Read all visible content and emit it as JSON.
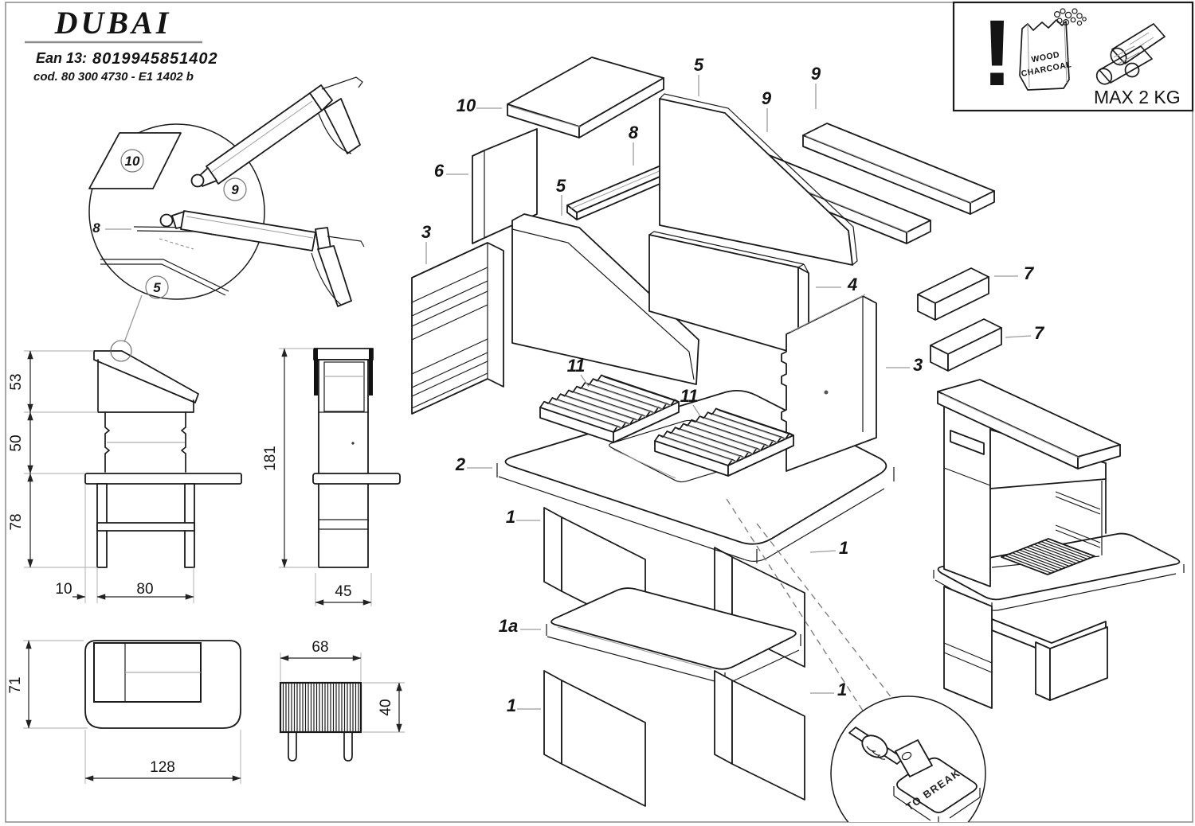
{
  "header": {
    "title": "DUBAI",
    "ean_label": "Ean 13:",
    "ean_value": "8019945851402",
    "cod_value": "cod. 80 300 4730  - E1 1402 b"
  },
  "warning": {
    "exclamation": "!",
    "bag_line1": "WOOD",
    "bag_line2": "CHARCOAL",
    "max_weight": "MAX 2 KG"
  },
  "glue_detail": {
    "top_part": "10",
    "right_part": "9",
    "strip_part": "8",
    "bottom_part": "5"
  },
  "front_view": {
    "h_top": "53",
    "h_mid": "50",
    "h_bot": "78",
    "w_left": "10",
    "w_main": "80"
  },
  "side_view": {
    "height": "181",
    "depth": "45"
  },
  "plan_view": {
    "depth": "71",
    "width": "128"
  },
  "grate_view": {
    "width": "68",
    "depth": "40"
  },
  "exploded": {
    "labels": [
      "10",
      "6",
      "5",
      "8",
      "5",
      "9",
      "9",
      "3",
      "4",
      "7",
      "7",
      "3",
      "11",
      "11",
      "2",
      "1",
      "1",
      "1a",
      "1",
      "1"
    ]
  },
  "break_detail": {
    "caption": "TO BREAK"
  }
}
